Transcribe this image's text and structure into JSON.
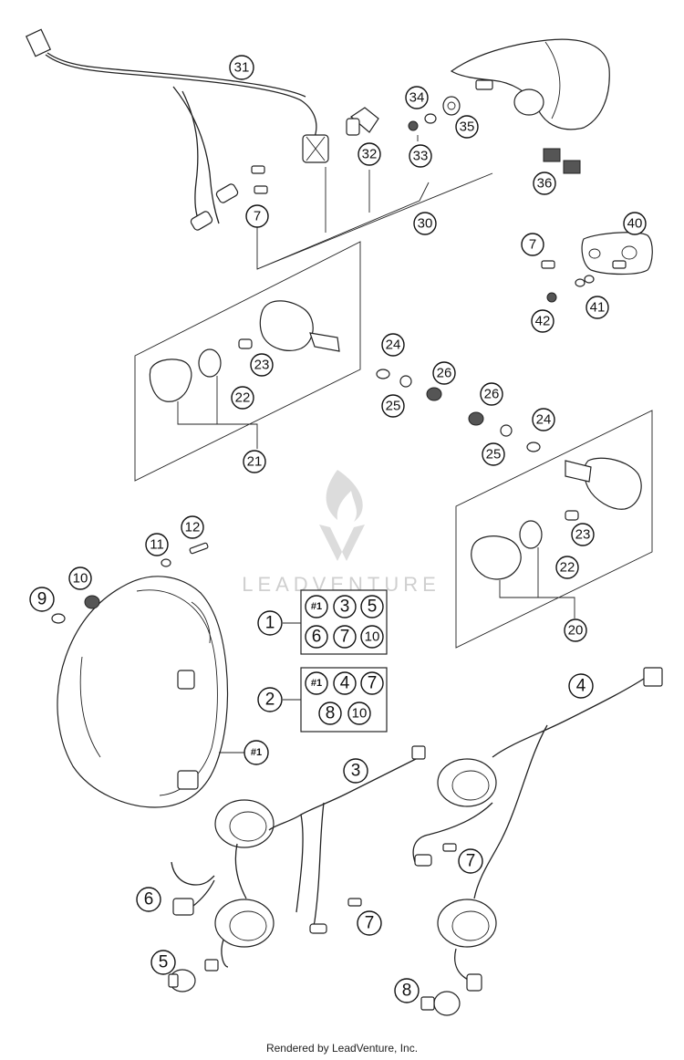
{
  "watermark": "LEADVENTURE",
  "footer": "Rendered by LeadVenture, Inc.",
  "callouts": {
    "c31": "31",
    "c34": "34",
    "c35": "35",
    "c33": "33",
    "c32": "32",
    "c36": "36",
    "c30": "30",
    "c7a": "7",
    "c40": "40",
    "c7b": "7",
    "c41": "41",
    "c42": "42",
    "c23a": "23",
    "c22a": "22",
    "c21": "21",
    "c24a": "24",
    "c26a": "26",
    "c25a": "25",
    "c26b": "26",
    "c24b": "24",
    "c25b": "25",
    "c23b": "23",
    "c22b": "22",
    "c20": "20",
    "c12": "12",
    "c11": "11",
    "c10": "10",
    "c9": "9",
    "c1": "1",
    "c2": "2",
    "chash1": "#1",
    "c3": "3",
    "c4": "4",
    "c6": "6",
    "c7c": "7",
    "c7d": "7",
    "c5": "5",
    "c8": "8"
  },
  "kit1": {
    "items": [
      "#1",
      "3",
      "5",
      "6",
      "7",
      "10"
    ]
  },
  "kit2": {
    "items": [
      "#1",
      "4",
      "7",
      "8",
      "10"
    ]
  }
}
